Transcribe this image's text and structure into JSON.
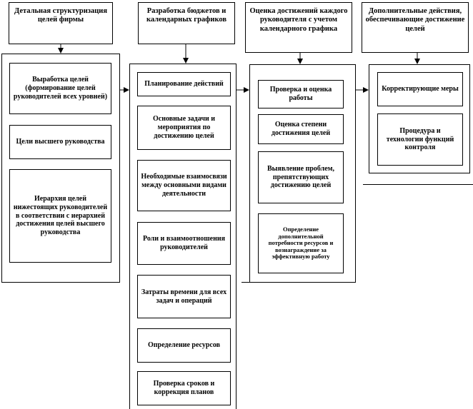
{
  "columns": [
    {
      "header": "Детальная структуризация целей фирмы",
      "items": [
        "Выработка целей (формирование целей руководителей всех уровней)",
        "Цели высшего руководства",
        "Иерархия целей нижестоящих руководителей в соответствии с иерархией достижения целей высшего руководства"
      ]
    },
    {
      "header": "Разработка бюджетов и календарных графиков",
      "items": [
        "Планирование действий",
        "Основные задачи и мероприятия по достижению целей",
        "Необходимые взаимосвязи между основными видами деятельности",
        "Роли и взаимоотношения руководителей",
        "Затраты времени для всех задач и операций",
        "Определение ресурсов",
        "Проверка сроков и коррекция планов"
      ]
    },
    {
      "header": "Оценка достижений каждого руководителя с учетом календарного графика",
      "items": [
        "Проверка и оценка работы",
        "Оценка степени достижения целей",
        "Выявление проблем, препятствующих достижению целей",
        "Определение дополнительной потребности ресурсов и вознаграждение за эффективную работу"
      ]
    },
    {
      "header": "Дополнительные действия, обеспечивающие достижение целей",
      "items": [
        "Корректирующие меры",
        "Процедура и технологии функций контроля"
      ]
    }
  ]
}
